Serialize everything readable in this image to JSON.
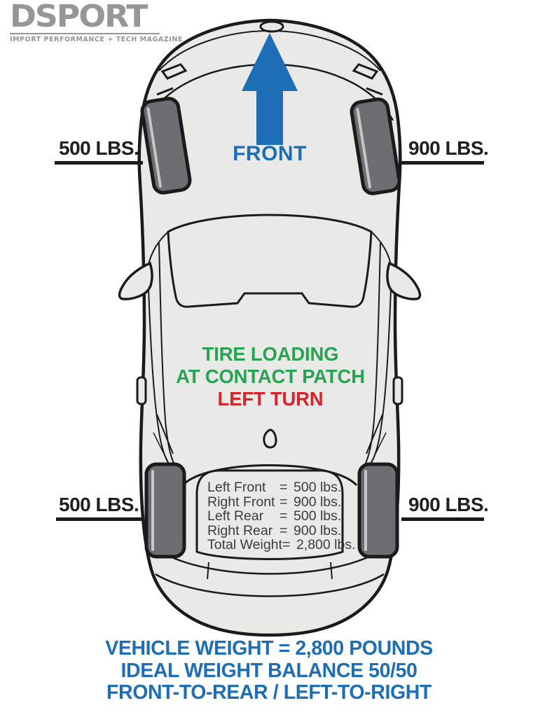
{
  "logo": {
    "title": "DSPORT",
    "tagline": "IMPORT PERFORMANCE + TECH MAGAZINE",
    "color": "#969696"
  },
  "front_arrow": {
    "label": "FRONT",
    "color": "#1d6db7"
  },
  "corner_labels": {
    "front_left": "500 LBS.",
    "front_right": "900 LBS.",
    "rear_left": "500 LBS.",
    "rear_right": "900 LBS."
  },
  "caption": {
    "line1": "TIRE LOADING",
    "line2": "AT CONTACT PATCH",
    "line3": "LEFT TURN",
    "green": "#27a351",
    "red": "#d8232a"
  },
  "weight_table": {
    "rows": [
      {
        "label": "Left Front",
        "eq": "=",
        "value": "500 lbs."
      },
      {
        "label": "Right Front",
        "eq": "=",
        "value": "900 lbs."
      },
      {
        "label": "Left Rear",
        "eq": "=",
        "value": "500 lbs."
      },
      {
        "label": "Right Rear",
        "eq": "=",
        "value": "900 lbs."
      },
      {
        "label": "Total Weight",
        "eq": "=",
        "value": "2,800 lbs."
      }
    ]
  },
  "summary": {
    "line1": "VEHICLE WEIGHT = 2,800 POUNDS",
    "line2": "IDEAL WEIGHT BALANCE 50/50",
    "line3": "FRONT-TO-REAR / LEFT-TO-RIGHT"
  },
  "colors": {
    "body_gray": "#e9e9e8",
    "tire_gray": "#6e6d72",
    "outline": "#1b1b1b",
    "label_black": "#1f1f1f",
    "table_text": "#3b3b3b"
  }
}
